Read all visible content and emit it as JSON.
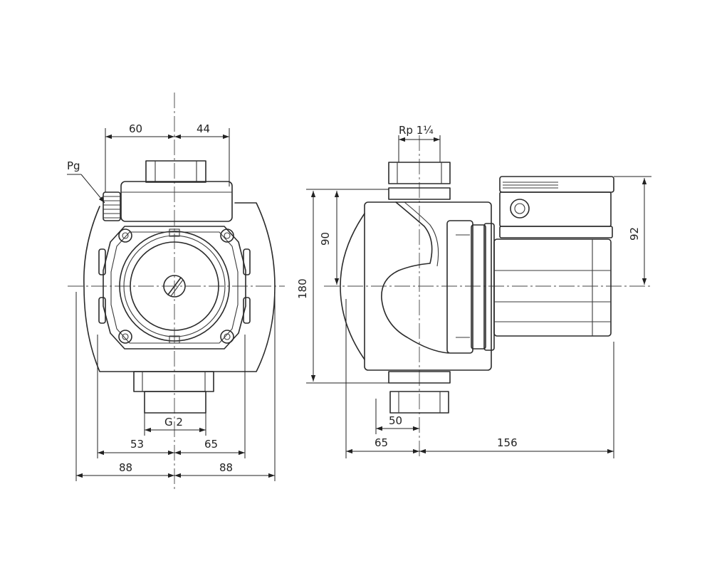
{
  "front_view": {
    "dim_60": "60",
    "dim_44": "44",
    "label_pg": "Pg",
    "dim_g2": "G 2",
    "dim_53": "53",
    "dim_65": "65",
    "dim_88_left": "88",
    "dim_88_right": "88"
  },
  "side_view": {
    "dim_rp": "Rp 1¼",
    "dim_90": "90",
    "dim_180": "180",
    "dim_92": "92",
    "dim_50": "50",
    "dim_65": "65",
    "dim_156": "156"
  }
}
